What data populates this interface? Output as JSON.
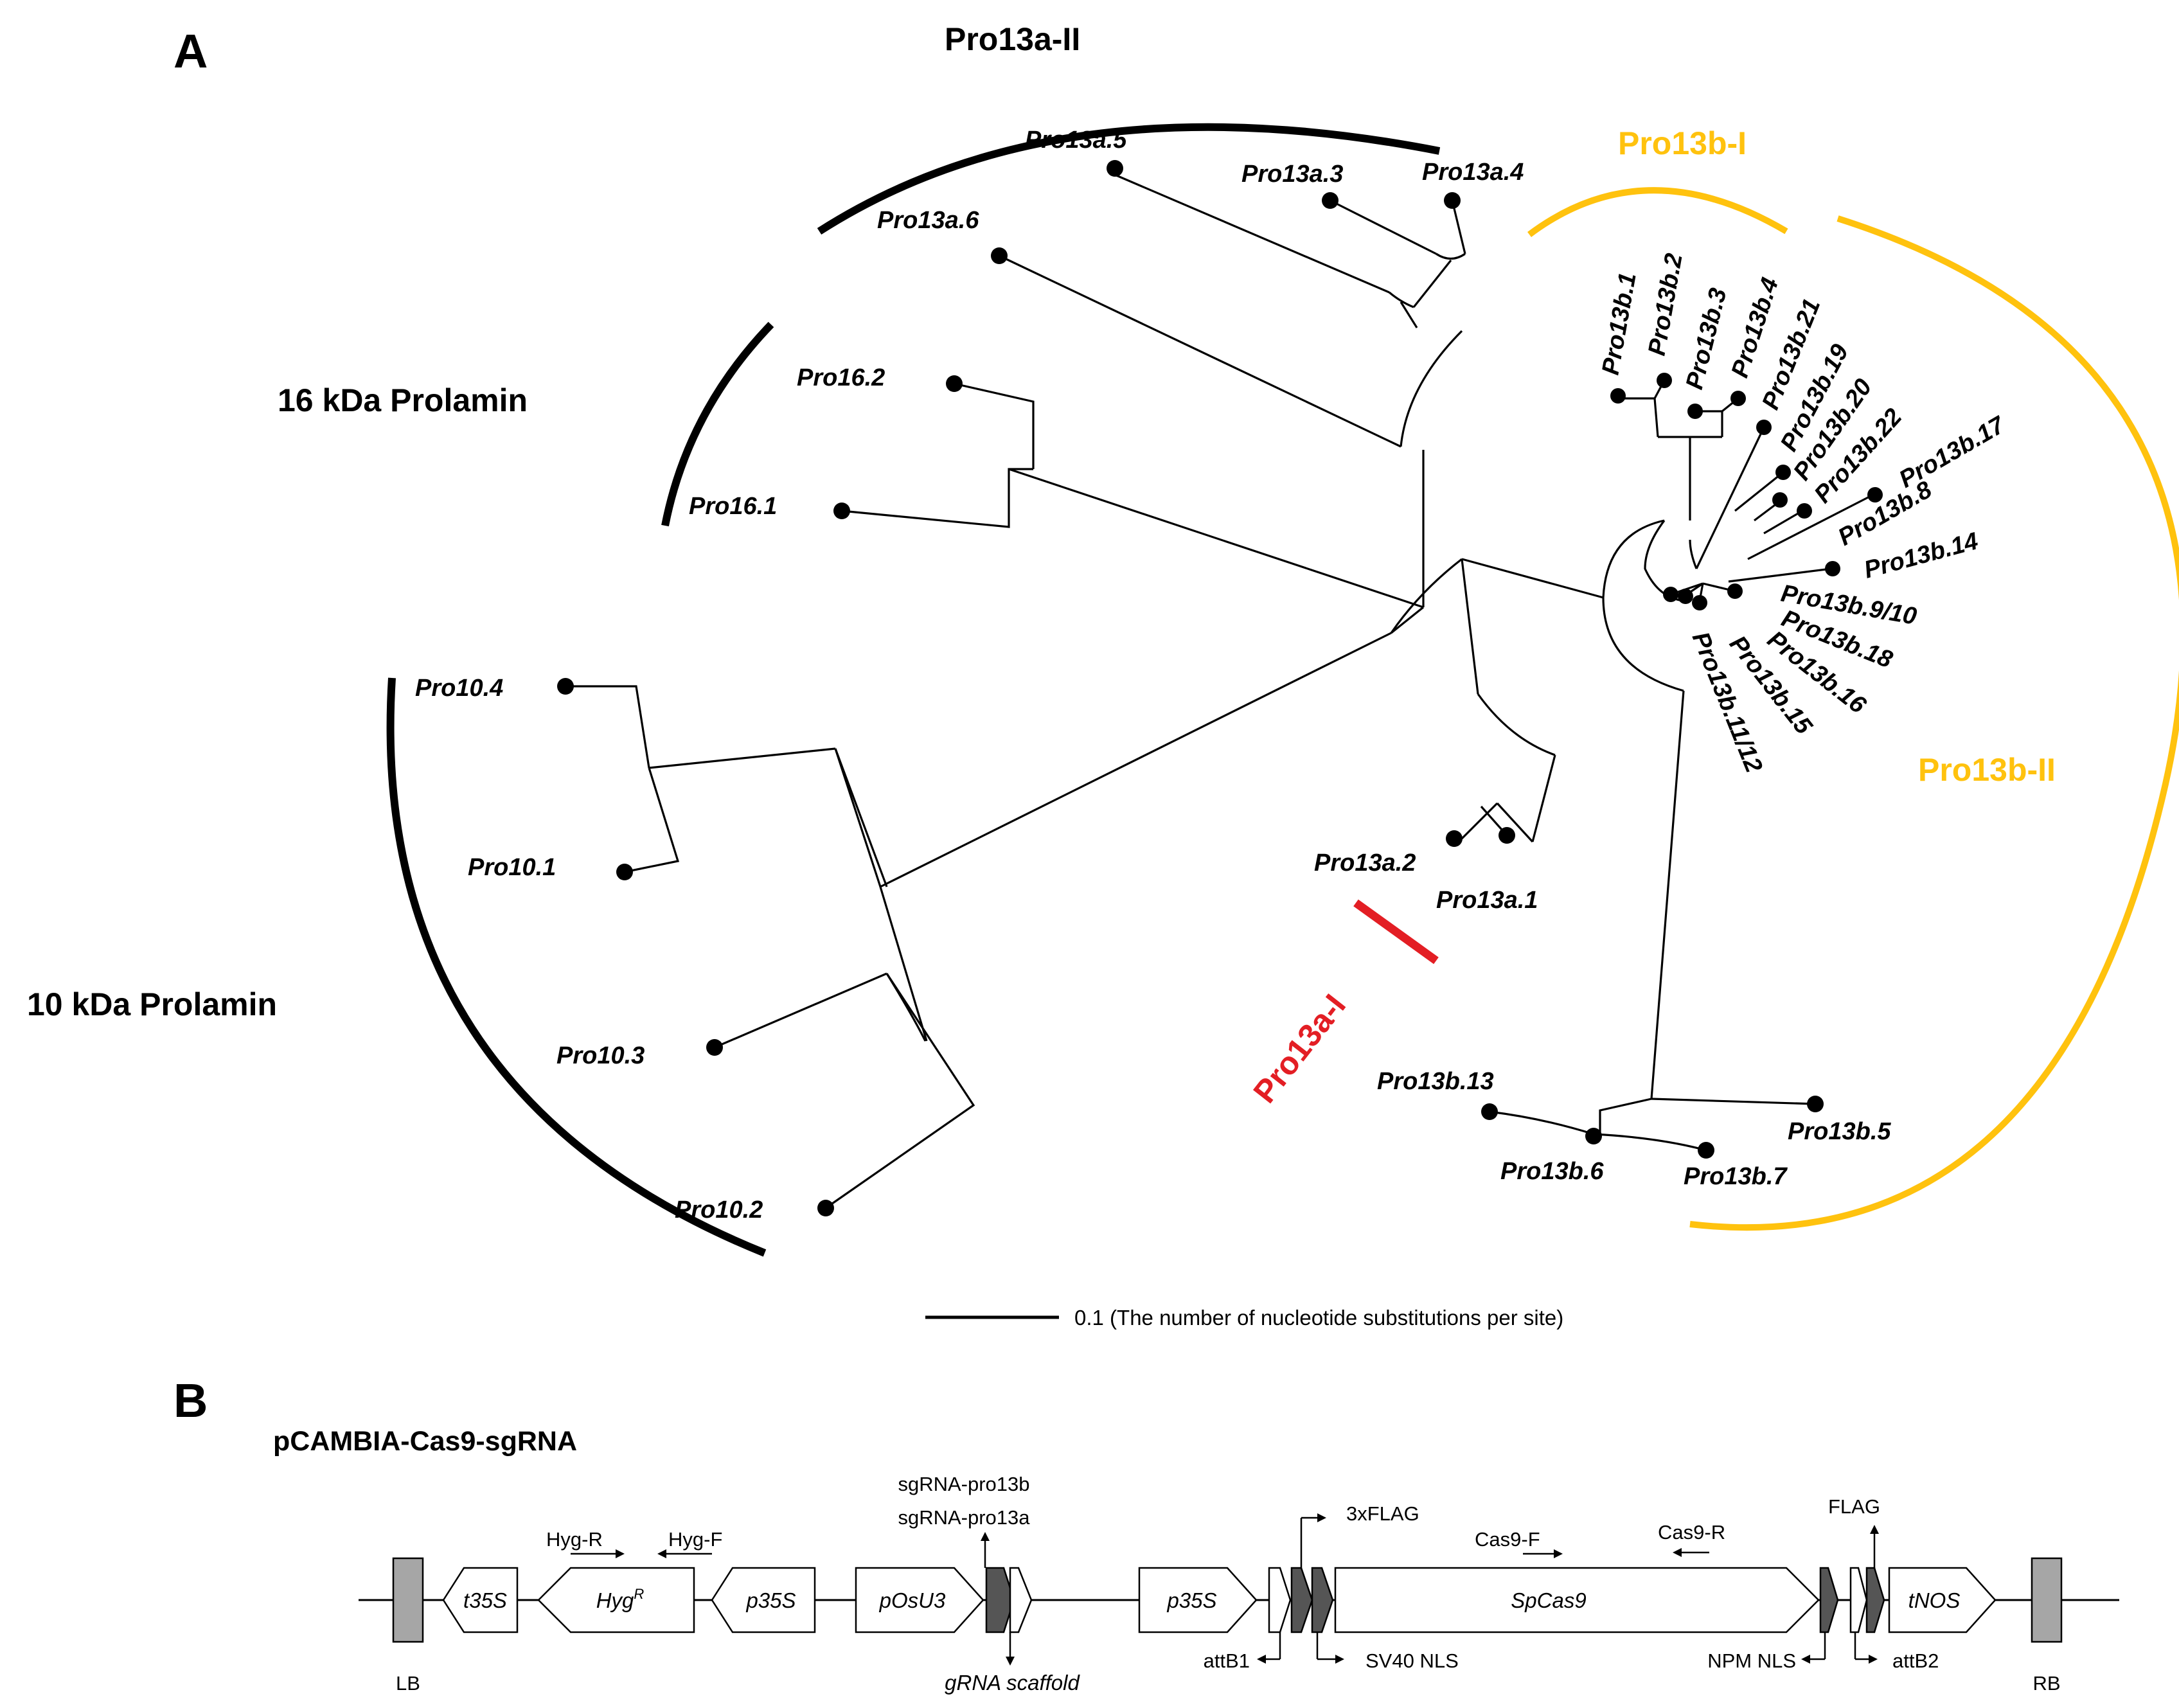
{
  "panel_a": {
    "letter": "A",
    "clade_labels": {
      "pro13a_ii": "Pro13a-II",
      "pro13b_i": "Pro13b-I",
      "pro13b_ii": "Pro13b-II",
      "pro16": "16 kDa Prolamin",
      "pro10": "10 kDa Prolamin",
      "pro13a_i": "Pro13a-I"
    },
    "clade_colors": {
      "black": "#000000",
      "yellow": "#FFC20E",
      "red": "#E31E24"
    },
    "leaves": {
      "pro13a_5": "Pro13a.5",
      "pro13a_3": "Pro13a.3",
      "pro13a_4": "Pro13a.4",
      "pro13a_6": "Pro13a.6",
      "pro16_2": "Pro16.2",
      "pro16_1": "Pro16.1",
      "pro10_4": "Pro10.4",
      "pro10_1": "Pro10.1",
      "pro10_3": "Pro10.3",
      "pro10_2": "Pro10.2",
      "pro13a_2": "Pro13a.2",
      "pro13a_1": "Pro13a.1",
      "pro13b_13": "Pro13b.13",
      "pro13b_6": "Pro13b.6",
      "pro13b_7": "Pro13b.7",
      "pro13b_5": "Pro13b.5",
      "pro13b_1": "Pro13b.1",
      "pro13b_2": "Pro13b.2",
      "pro13b_3": "Pro13b.3",
      "pro13b_4": "Pro13b.4",
      "pro13b_21": "Pro13b.21",
      "pro13b_19": "Pro13b.19",
      "pro13b_20": "Pro13b.20",
      "pro13b_22": "Pro13b.22",
      "pro13b_17": "Pro13b.17",
      "pro13b_8": "Pro13b.8",
      "pro13b_14": "Pro13b.14",
      "pro13b_9_10": "Pro13b.9/10",
      "pro13b_18": "Pro13b.18",
      "pro13b_16": "Pro13b.16",
      "pro13b_15": "Pro13b.15",
      "pro13b_11_12": "Pro13b.11/12"
    },
    "scale_bar": {
      "label": "0.1 (The number of nucleotide substitutions per site)"
    }
  },
  "panel_b": {
    "letter": "B",
    "title": "pCAMBIA-Cas9-sgRNA",
    "elements": {
      "lb": "LB",
      "rb": "RB",
      "t35s": "t35S",
      "hyg": "Hyg",
      "hyg_sup": "R",
      "p35s_1": "p35S",
      "posu3": "pOsU3",
      "p35s_2": "p35S",
      "spcas9": "SpCas9",
      "tnos": "tNOS"
    },
    "annotations": {
      "sgrna_pro13b": "sgRNA-pro13b",
      "sgrna_pro13a": "sgRNA-pro13a",
      "gRNA_scaffold": "gRNA scaffold",
      "hyg_r_primer": "Hyg-R",
      "hyg_f_primer": "Hyg-F",
      "flag3x": "3xFLAG",
      "cas9_f": "Cas9-F",
      "cas9_r": "Cas9-R",
      "flag": "FLAG",
      "attb1": "attB1",
      "sv40_nls": "SV40 NLS",
      "npm_nls": "NPM NLS",
      "attb2": "attB2"
    },
    "colors": {
      "sgrna_pro13b": "#FFC20E",
      "sgrna_pro13a": "#E31E24",
      "border": "#a6a6a6",
      "element_dark": "#555555"
    }
  }
}
